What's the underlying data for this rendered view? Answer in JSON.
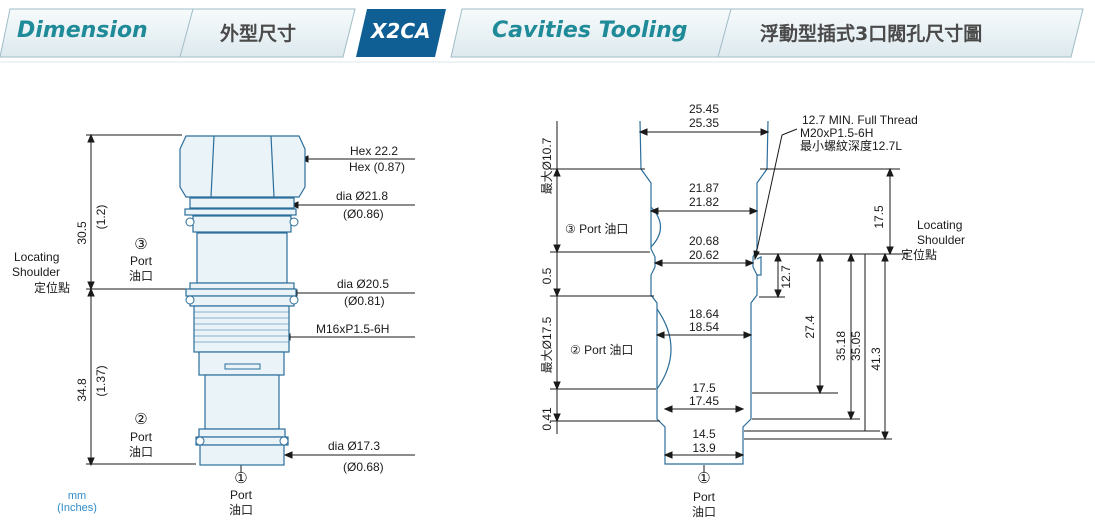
{
  "header": {
    "tab_dimension": "Dimension",
    "tab_dimension_cn": "外型尺寸",
    "tab_model": "X2CA",
    "tab_cavities": "Cavities Tooling",
    "tab_cavities_cn": "浮動型插式3口閥孔尺寸圖"
  },
  "left": {
    "hex_label": "Hex  22.2",
    "hex_inch": "Hex  (0.87)",
    "dia1": "dia  Ø21.8",
    "dia1_inch": "(Ø0.86)",
    "dia2": "dia  Ø20.5",
    "dia2_inch": "(Ø0.81)",
    "thread": "M16xP1.5-6H",
    "dia3": "dia  Ø17.3",
    "dia3_inch": "(Ø0.68)",
    "dim_top": "30.5",
    "dim_top_inch": "(1.2)",
    "dim_bottom": "34.8",
    "dim_bottom_inch": "(1.37)",
    "locating_en1": "Locating",
    "locating_en2": "Shoulder",
    "locating_cn": "定位點",
    "port3_num": "③",
    "port3_label": "Port",
    "port3_cn": "油口",
    "port2_num": "②",
    "port2_label": "Port",
    "port2_cn": "油口",
    "port1_num": "①",
    "port1_label": "Port",
    "port1_cn": "油口",
    "units_mm": "mm",
    "units_inch": "(Inches)"
  },
  "right": {
    "w1_a": "25.45",
    "w1_b": "25.35",
    "thread_1": "12.7 MIN. Full Thread",
    "thread_2": "M20xP1.5-6H",
    "thread_3": "最小螺紋深度12.7L",
    "w2_a": "21.87",
    "w2_b": "21.82",
    "w3_a": "20.68",
    "w3_b": "20.62",
    "w4_a": "18.64",
    "w4_b": "18.54",
    "w5_a": "17.5",
    "w5_b": "17.45",
    "w6_a": "14.5",
    "w6_b": "13.9",
    "max107": "最大Ø10.7",
    "max175": "最大Ø17.5",
    "v05": "0.5",
    "v041": "0.41",
    "v175": "17.5",
    "v127": "12.7",
    "v274": "27.4",
    "v3518": "35.18",
    "v3505": "35.05",
    "v413": "41.3",
    "port3": "③ Port 油口",
    "port2": "② Port 油口",
    "port1_num": "①",
    "port1_label": "Port",
    "port1_cn": "油口",
    "locating_en1": "Locating",
    "locating_en2": "Shoulder",
    "locating_cn": "定位點"
  },
  "colors": {
    "tab_teal": "#1f8a98",
    "tab_model_bg": "#0f5f95",
    "tab_light": "#e6eff2",
    "line_dark": "#1a1a1a",
    "part_blue": "#2c6e9b",
    "units_blue": "#2d8bc9"
  }
}
